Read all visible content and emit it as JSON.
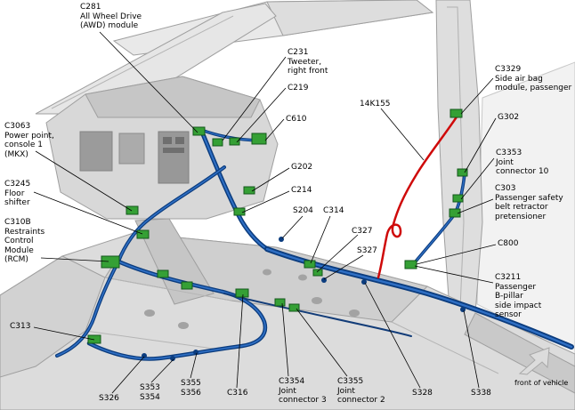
{
  "diagram_kind": "vehicle wiring harness connector location diagram",
  "colors": {
    "harness_blue_dark": "#0b3c7e",
    "harness_blue_light": "#2f6fc4",
    "airbag_wire_red": "#cf0a0a",
    "connector_green": "#35a035",
    "body_gray": "#dcdcdc",
    "leader_line": "#000000"
  },
  "front_arrow": {
    "label": "front of vehicle"
  },
  "labels": [
    {
      "id": "C281",
      "text": "C281\nAll Wheel Drive\n(AWD) module"
    },
    {
      "id": "C231",
      "text": "C231\nTweeter,\nright front"
    },
    {
      "id": "C219",
      "text": "C219"
    },
    {
      "id": "C610",
      "text": "C610"
    },
    {
      "id": "14K155",
      "text": "14K155"
    },
    {
      "id": "C3329",
      "text": "C3329\nSide air bag\nmodule, passenger"
    },
    {
      "id": "G302",
      "text": "G302"
    },
    {
      "id": "G202",
      "text": "G202"
    },
    {
      "id": "C3353",
      "text": "C3353\nJoint\nconnector 10"
    },
    {
      "id": "C214",
      "text": "C214"
    },
    {
      "id": "S204",
      "text": "S204"
    },
    {
      "id": "C314",
      "text": "C314"
    },
    {
      "id": "C303",
      "text": "C303\nPassenger safety\nbelt retractor\npretensioner"
    },
    {
      "id": "C327",
      "text": "C327"
    },
    {
      "id": "S327",
      "text": "S327"
    },
    {
      "id": "C800",
      "text": "C800"
    },
    {
      "id": "C3063",
      "text": "C3063\nPower point,\nconsole 1\n(MKX)"
    },
    {
      "id": "C3245",
      "text": "C3245\nFloor\nshifter"
    },
    {
      "id": "C310B",
      "text": "C310B\nRestraints\nControl\nModule\n(RCM)"
    },
    {
      "id": "C3211",
      "text": "C3211\nPassenger\nB-pillar\nside impact\nsensor"
    },
    {
      "id": "C313",
      "text": "C313"
    },
    {
      "id": "S326",
      "text": "S326"
    },
    {
      "id": "S353S354",
      "text": "S353\nS354"
    },
    {
      "id": "S355S356",
      "text": "S355\nS356"
    },
    {
      "id": "C316",
      "text": "C316"
    },
    {
      "id": "C3354",
      "text": "C3354\nJoint\nconnector 3"
    },
    {
      "id": "C3355",
      "text": "C3355\nJoint\nconnector 2"
    },
    {
      "id": "S328",
      "text": "S328"
    },
    {
      "id": "S338",
      "text": "S338"
    }
  ]
}
